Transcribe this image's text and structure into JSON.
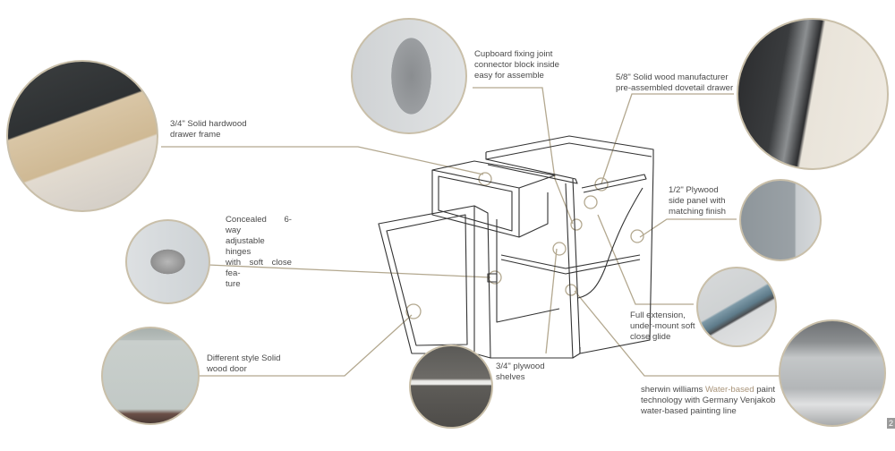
{
  "callouts": {
    "drawer_frame": {
      "text": "3/4\" Solid hardwood drawer frame",
      "line1": "3/4\" Solid hardwood",
      "line2": "drawer frame"
    },
    "connector": {
      "line1": "Cupboard fixing joint",
      "line2": "connector block inside",
      "line3": "easy for assemble"
    },
    "dovetail": {
      "line1": "5/8\" Solid wood manufacturer",
      "line2": "pre-assembled dovetail drawer"
    },
    "hinges": {
      "line1": "Concealed 6-way",
      "line2": "adjustable hinges",
      "line3": "with soft close fea-",
      "line4": "ture"
    },
    "side_panel": {
      "line1": "1/2\" Plywood",
      "line2": "side panel with",
      "line3": "matching finish"
    },
    "door": {
      "line1": "Different style Solid",
      "line2": "wood door"
    },
    "glide": {
      "line1": "Full extension,",
      "line2": "under-mount soft",
      "line3": "close glide"
    },
    "shelves": {
      "line1": "3/4\" plywood",
      "line2": "shelves"
    },
    "paint": {
      "prefix": "sherwin williams ",
      "highlight": "Water-based",
      "suffix": " paint",
      "line2": "technology with Germany Venjakob",
      "line3": "water-based painting line"
    }
  },
  "photos": [
    {
      "name": "drawer-frame-photo",
      "subject": "wood drawer corner"
    },
    {
      "name": "connector-block-photo",
      "subject": "grey connector block"
    },
    {
      "name": "dovetail-photo",
      "subject": "dovetail joint"
    },
    {
      "name": "hinge-photo",
      "subject": "concealed hinge"
    },
    {
      "name": "door-photo",
      "subject": "shaker door"
    },
    {
      "name": "side-panel-photo",
      "subject": "grey side panel"
    },
    {
      "name": "glide-photo",
      "subject": "drawer glide rail"
    },
    {
      "name": "shelf-photo",
      "subject": "plywood shelf"
    },
    {
      "name": "paint-line-photo",
      "subject": "painting line factory"
    }
  ],
  "colors": {
    "leader": "#b3a88f",
    "text": "#4a4a4a",
    "accent": "#a9947a",
    "ring": "#c9bfa9"
  },
  "page_number": "2"
}
